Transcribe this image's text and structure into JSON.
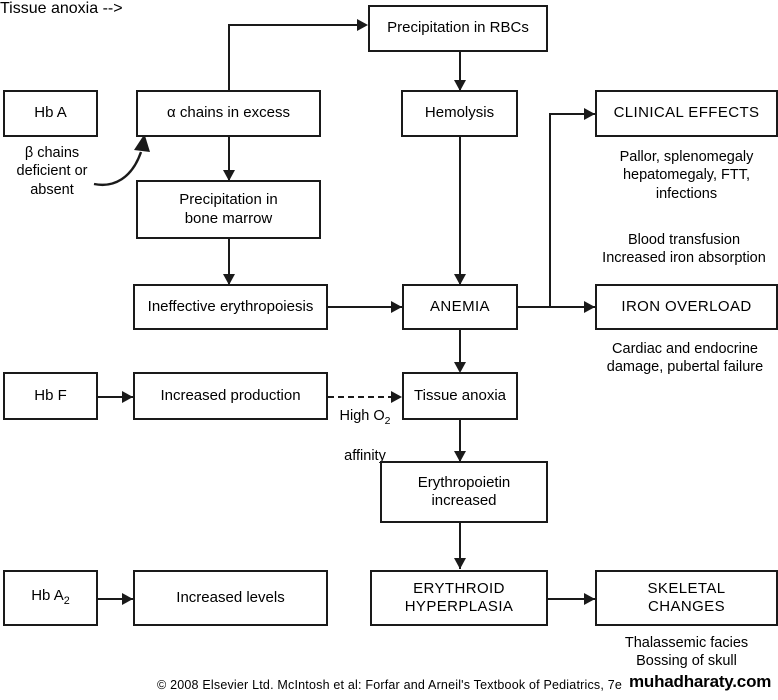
{
  "diagram": {
    "title": "Pathophysiology of beta thalassaemia flow diagram",
    "nodes": {
      "hb_a": "Hb A",
      "alpha_chains": "α chains in excess",
      "precipitation_rbcs": "Precipitation in RBCs",
      "hemolysis": "Hemolysis",
      "precipitation_marrow": "Precipitation in\nbone marrow",
      "ineffective_erythropoiesis": "Ineffective erythropoiesis",
      "anemia": "ANEMIA",
      "clinical_effects": "CLINICAL EFFECTS",
      "iron_overload": "IRON OVERLOAD",
      "hb_f": "Hb F",
      "increased_production": "Increased production",
      "tissue_anoxia": "Tissue anoxia",
      "erythropoietin": "Erythropoietin\nincreased",
      "hb_a2_prefix": "Hb A",
      "hb_a2_subscript": "2",
      "increased_levels": "Increased levels",
      "erythroid_hyperplasia": "ERYTHROID\nHYPERPLASIA",
      "skeletal_changes": "SKELETAL\nCHANGES"
    },
    "captions": {
      "beta_chains": "β chains\ndeficient or\nabsent",
      "clinical_effects_details": "Pallor, splenomegaly\nhepatomegaly, FTT,\ninfections",
      "transfusion_details": "Blood transfusion\nIncreased iron absorption",
      "iron_overload_details": "Cardiac and endocrine\ndamage, pubertal failure",
      "high_o2_prefix": "High O",
      "high_o2_subscript": "2",
      "high_o2_suffix": "affinity",
      "skeletal_details": "Thalassemic facies\nBossing of skull"
    }
  },
  "footer": {
    "copyright": "© 2008 Elsevier Ltd. McIntosh et al: Forfar and Arneil's Textbook of Pediatrics, 7e",
    "watermark": "muhadharaty.com"
  },
  "colors": {
    "line": "#1a1a1a",
    "background": "#ffffff",
    "text": "#000000"
  }
}
